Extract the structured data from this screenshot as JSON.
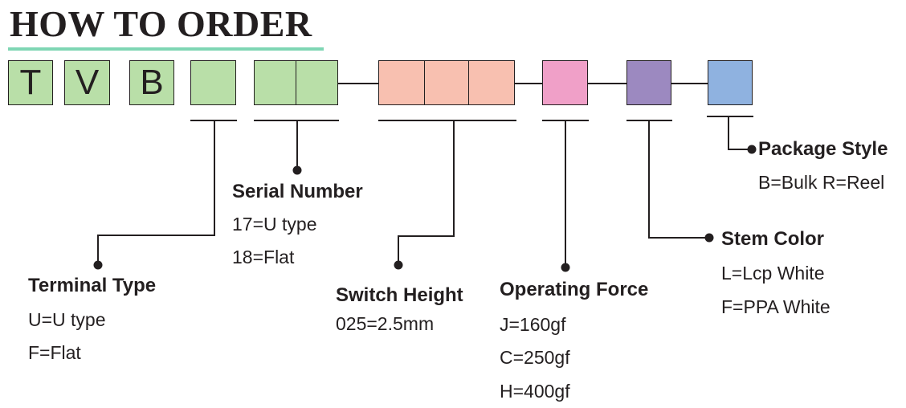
{
  "title": "HOW TO ORDER",
  "code_letters": [
    "T",
    "V",
    "B"
  ],
  "colors": {
    "green": "#b9dfa8",
    "salmon": "#f8c0b0",
    "pink": "#f0a0c8",
    "purple": "#9c89c0",
    "blue": "#8fb2e0",
    "title_underline": "#7fd6b4"
  },
  "fields": {
    "terminal_type": {
      "label": "Terminal Type",
      "options": [
        "U=U type",
        "F=Flat"
      ]
    },
    "serial_number": {
      "label": "Serial Number",
      "options": [
        "17=U type",
        "18=Flat"
      ]
    },
    "switch_height": {
      "label": "Switch Height",
      "options": [
        "025=2.5mm"
      ]
    },
    "operating_force": {
      "label": "Operating Force",
      "options": [
        "J=160gf",
        "C=250gf",
        "H=400gf"
      ]
    },
    "stem_color": {
      "label": "Stem Color",
      "options": [
        "L=Lcp White",
        "F=PPA White"
      ]
    },
    "package_style": {
      "label": "Package Style",
      "options": [
        "B=Bulk R=Reel"
      ]
    }
  }
}
